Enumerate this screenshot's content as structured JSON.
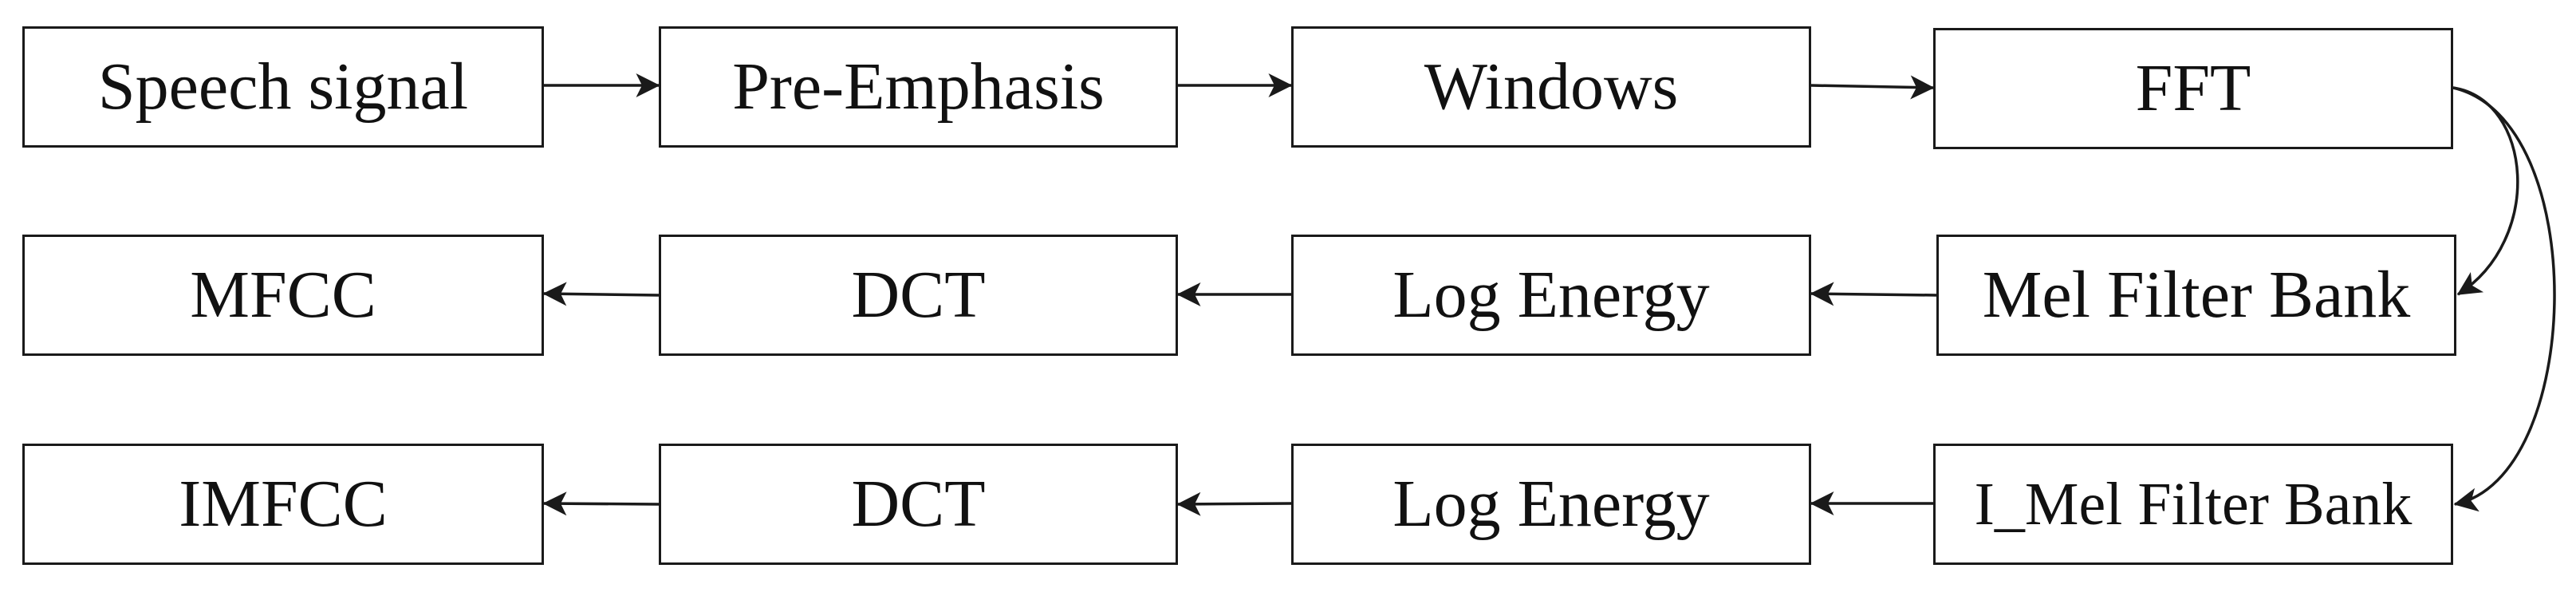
{
  "diagram": {
    "nodes": {
      "speech_signal": "Speech signal",
      "pre_emphasis": "Pre-Emphasis",
      "windows": "Windows",
      "fft": "FFT",
      "mel_filter_bank": "Mel Filter Bank",
      "log_energy_1": "Log Energy",
      "dct_1": "DCT",
      "mfcc": "MFCC",
      "imel_filter_bank": "I_Mel Filter Bank",
      "log_energy_2": "Log Energy",
      "dct_2": "DCT",
      "imfcc": "IMFCC"
    },
    "edges": [
      {
        "from": "speech_signal",
        "to": "pre_emphasis"
      },
      {
        "from": "pre_emphasis",
        "to": "windows"
      },
      {
        "from": "windows",
        "to": "fft"
      },
      {
        "from": "fft",
        "to": "mel_filter_bank"
      },
      {
        "from": "fft",
        "to": "imel_filter_bank"
      },
      {
        "from": "mel_filter_bank",
        "to": "log_energy_1"
      },
      {
        "from": "log_energy_1",
        "to": "dct_1"
      },
      {
        "from": "dct_1",
        "to": "mfcc"
      },
      {
        "from": "imel_filter_bank",
        "to": "log_energy_2"
      },
      {
        "from": "log_energy_2",
        "to": "dct_2"
      },
      {
        "from": "dct_2",
        "to": "imfcc"
      }
    ],
    "colors": {
      "stroke": "#1a1a1a",
      "text": "#111111",
      "background": "#ffffff"
    }
  }
}
